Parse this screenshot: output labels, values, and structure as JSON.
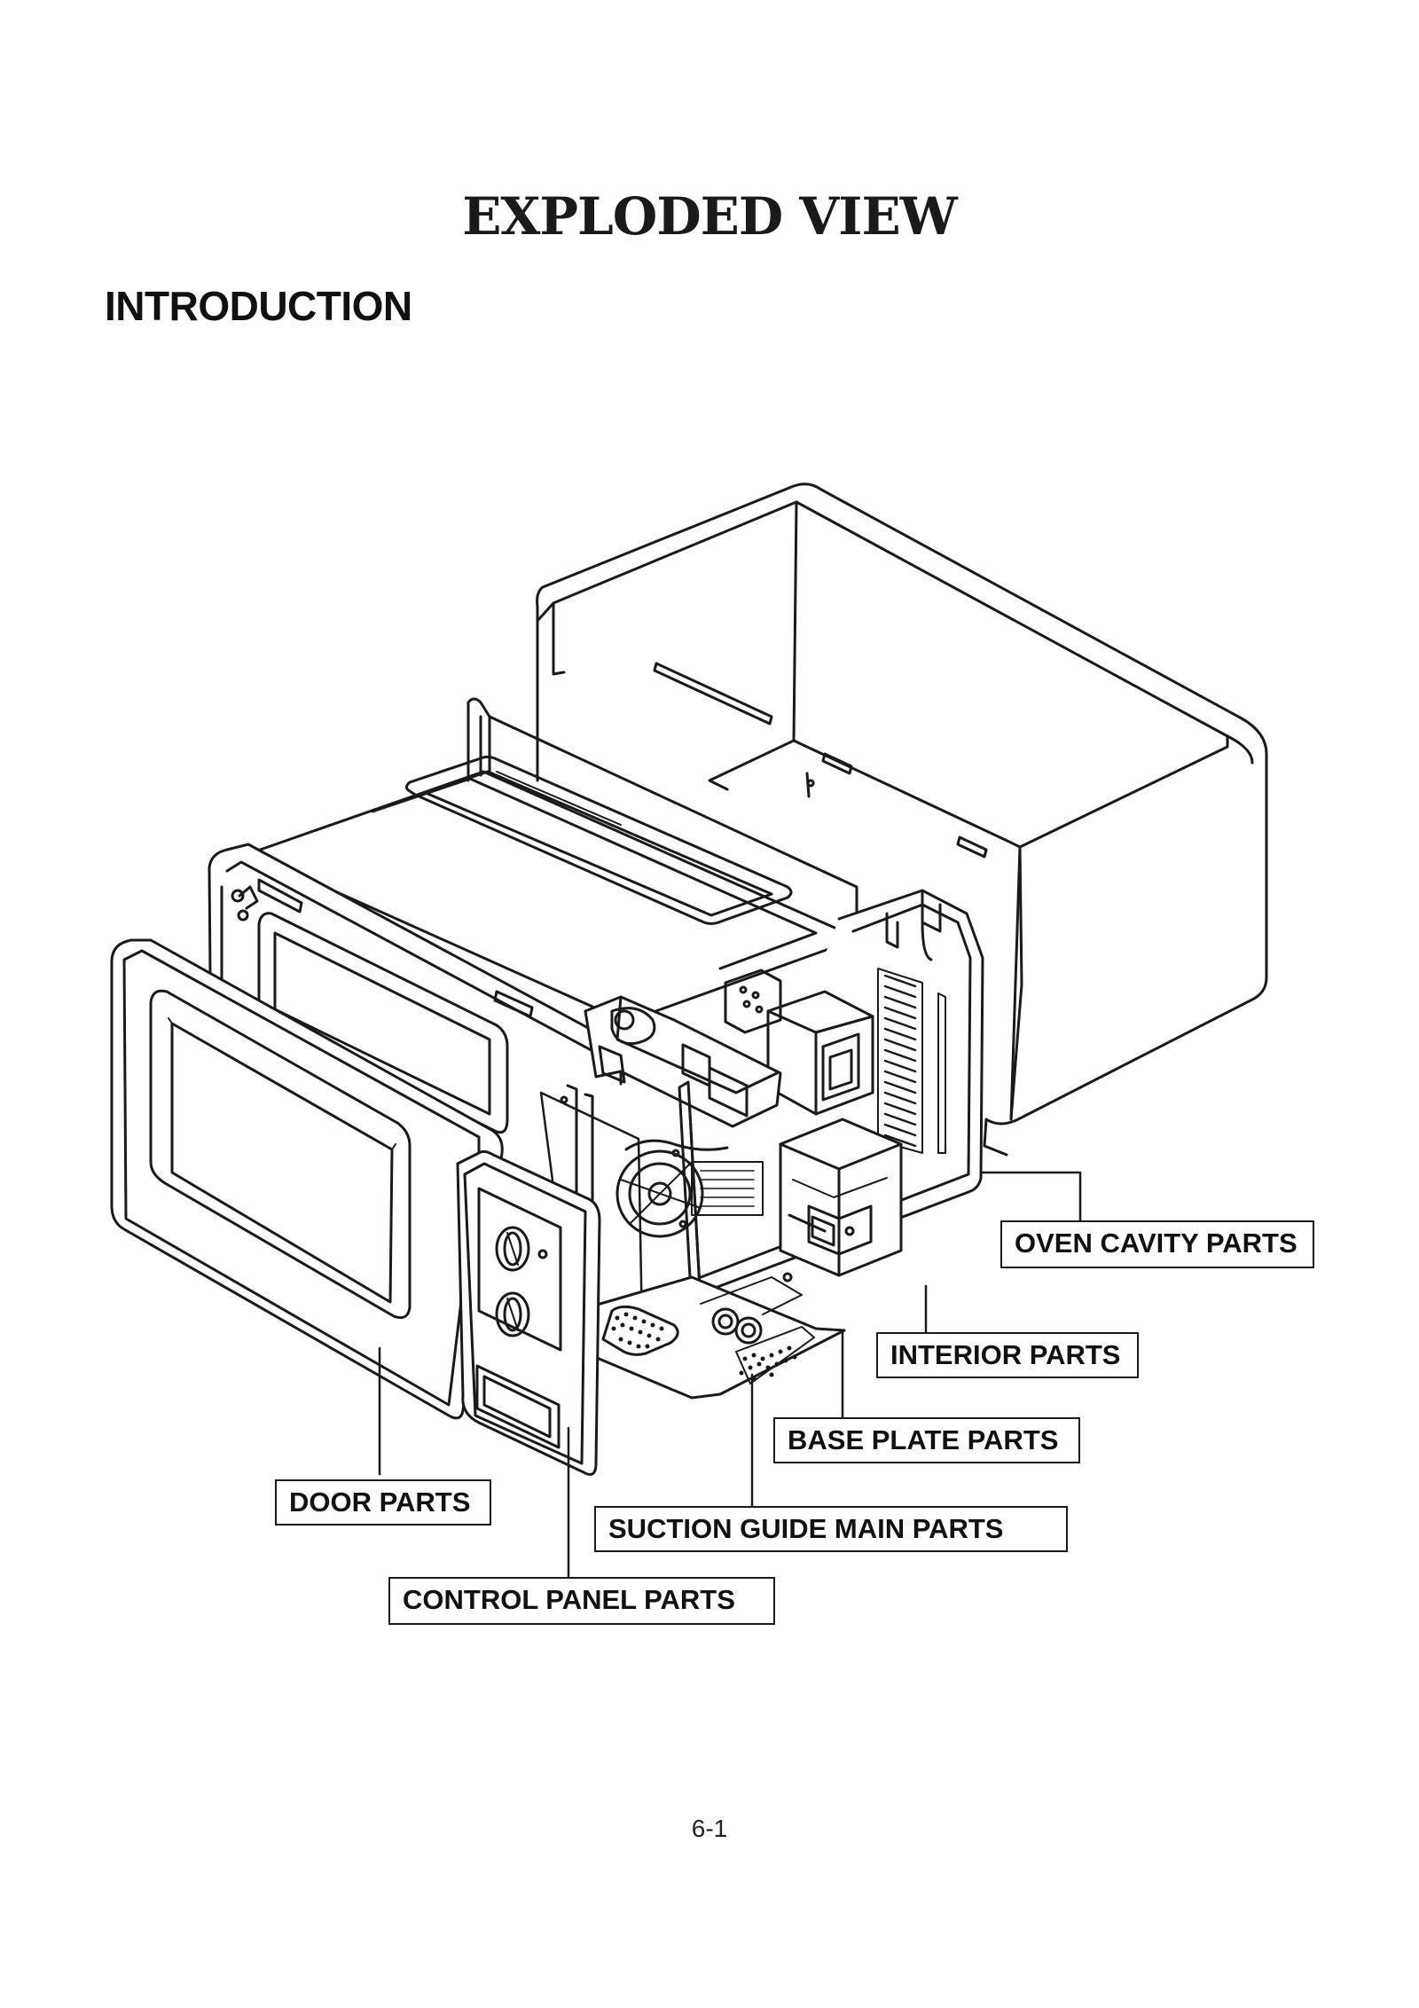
{
  "page": {
    "title": "EXPLODED VIEW",
    "section": "INTRODUCTION",
    "page_number": "6-1"
  },
  "labels": {
    "oven_cavity": "OVEN CAVITY PARTS",
    "interior": "INTERIOR PARTS",
    "base_plate": "BASE PLATE PARTS",
    "door": "DOOR PARTS",
    "suction_guide": "SUCTION GUIDE MAIN PARTS",
    "control_panel": "CONTROL PANEL PARTS"
  }
}
